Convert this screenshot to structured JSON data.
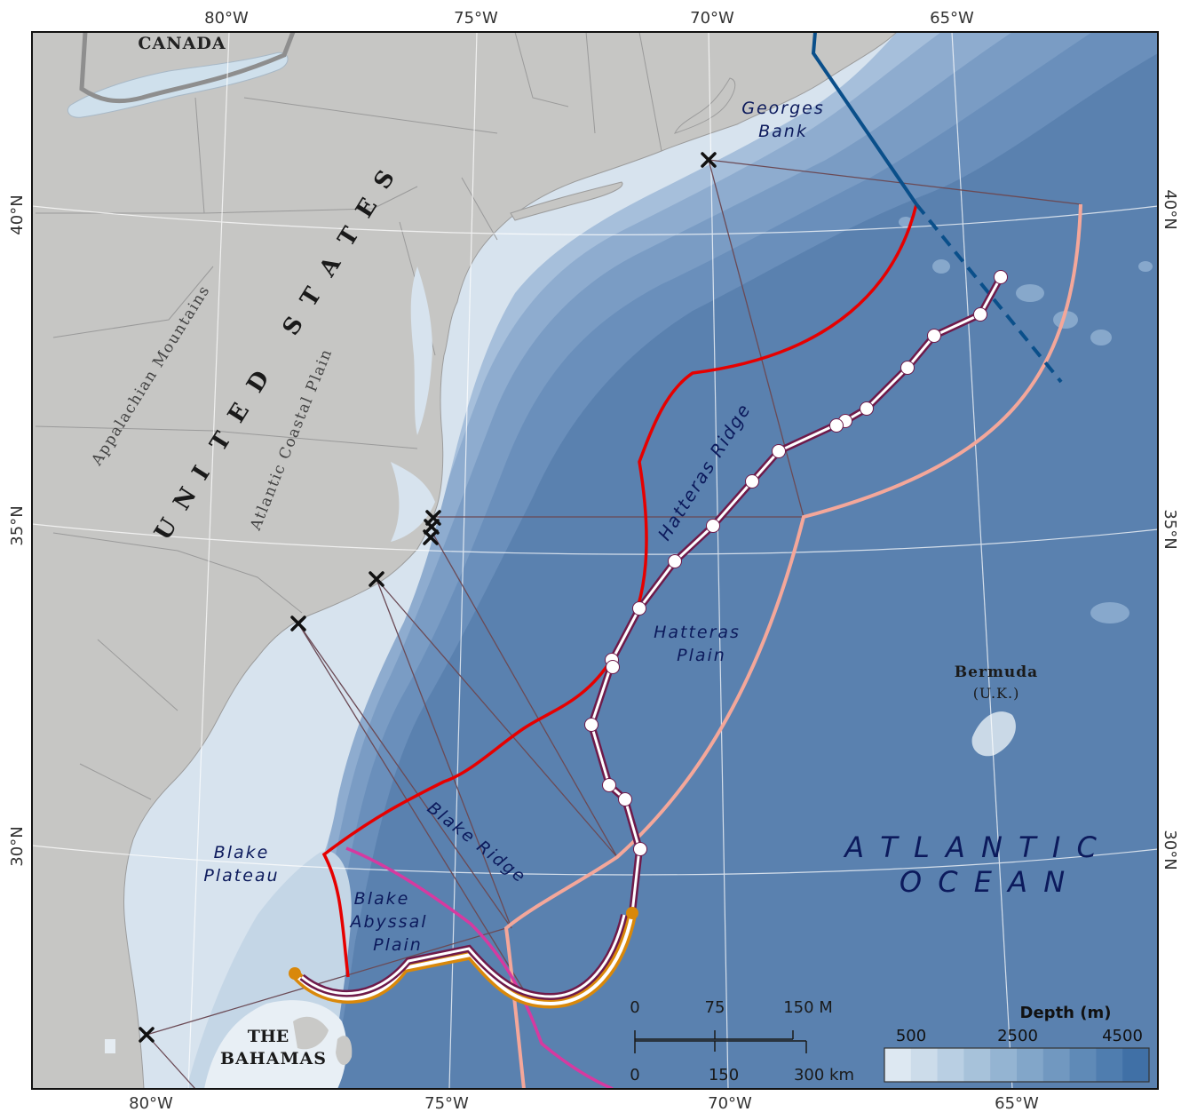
{
  "longitude_labels": [
    "80°W",
    "75°W",
    "70°W",
    "65°W"
  ],
  "latitude_labels": [
    "40°N",
    "35°N",
    "30°N"
  ],
  "places": {
    "canada": "CANADA",
    "united_states": [
      "U",
      "N",
      "I",
      "T",
      "E",
      "D",
      "S",
      "T",
      "A",
      "T",
      "E",
      "S"
    ],
    "appalachian": "Appalachian Mountains",
    "coastal_plain": "Atlantic Coastal Plain",
    "bahamas_1": "THE",
    "bahamas_2": "BAHAMAS",
    "bermuda_1": "Bermuda",
    "bermuda_2": "(U.K.)",
    "georges_1": "Georges",
    "georges_2": "Bank",
    "hatteras_ridge": "Hatteras Ridge",
    "hatteras_plain_1": "Hatteras",
    "hatteras_plain_2": "Plain",
    "blake_ridge": "Blake Ridge",
    "blake_plateau_1": "Blake",
    "blake_plateau_2": "Plateau",
    "blake_abyssal_1": "Blake",
    "blake_abyssal_2": "Abyssal",
    "blake_abyssal_3": "Plain",
    "atlantic_1": "A T L A N T I C",
    "atlantic_2": "O C E A N"
  },
  "scale_bar": {
    "miles": [
      "0",
      "75",
      "150 M"
    ],
    "km": [
      "0",
      "150",
      "300 km"
    ]
  },
  "depth_legend": {
    "title": "Depth (m)",
    "ticks": [
      "500",
      "2500",
      "4500"
    ],
    "colors": [
      "#dde8f2",
      "#ccdcea",
      "#b9cfe3",
      "#a7c2da",
      "#94b4d2",
      "#82a6c9",
      "#7198c0",
      "#5f8ab7",
      "#4f7daf",
      "#4070a6"
    ]
  },
  "colors": {
    "land": "#c8c8c8",
    "shelf": "#d8e4ee",
    "deep": "#5b82b0",
    "red_boundary": "#e60000",
    "salmon_boundary": "#f4a79a",
    "track": "#6e1a4a",
    "orange_track": "#d9880a",
    "eez_blue": "#0a4f8a",
    "magenta": "#d63aa0",
    "connector": "#6b4a55"
  }
}
